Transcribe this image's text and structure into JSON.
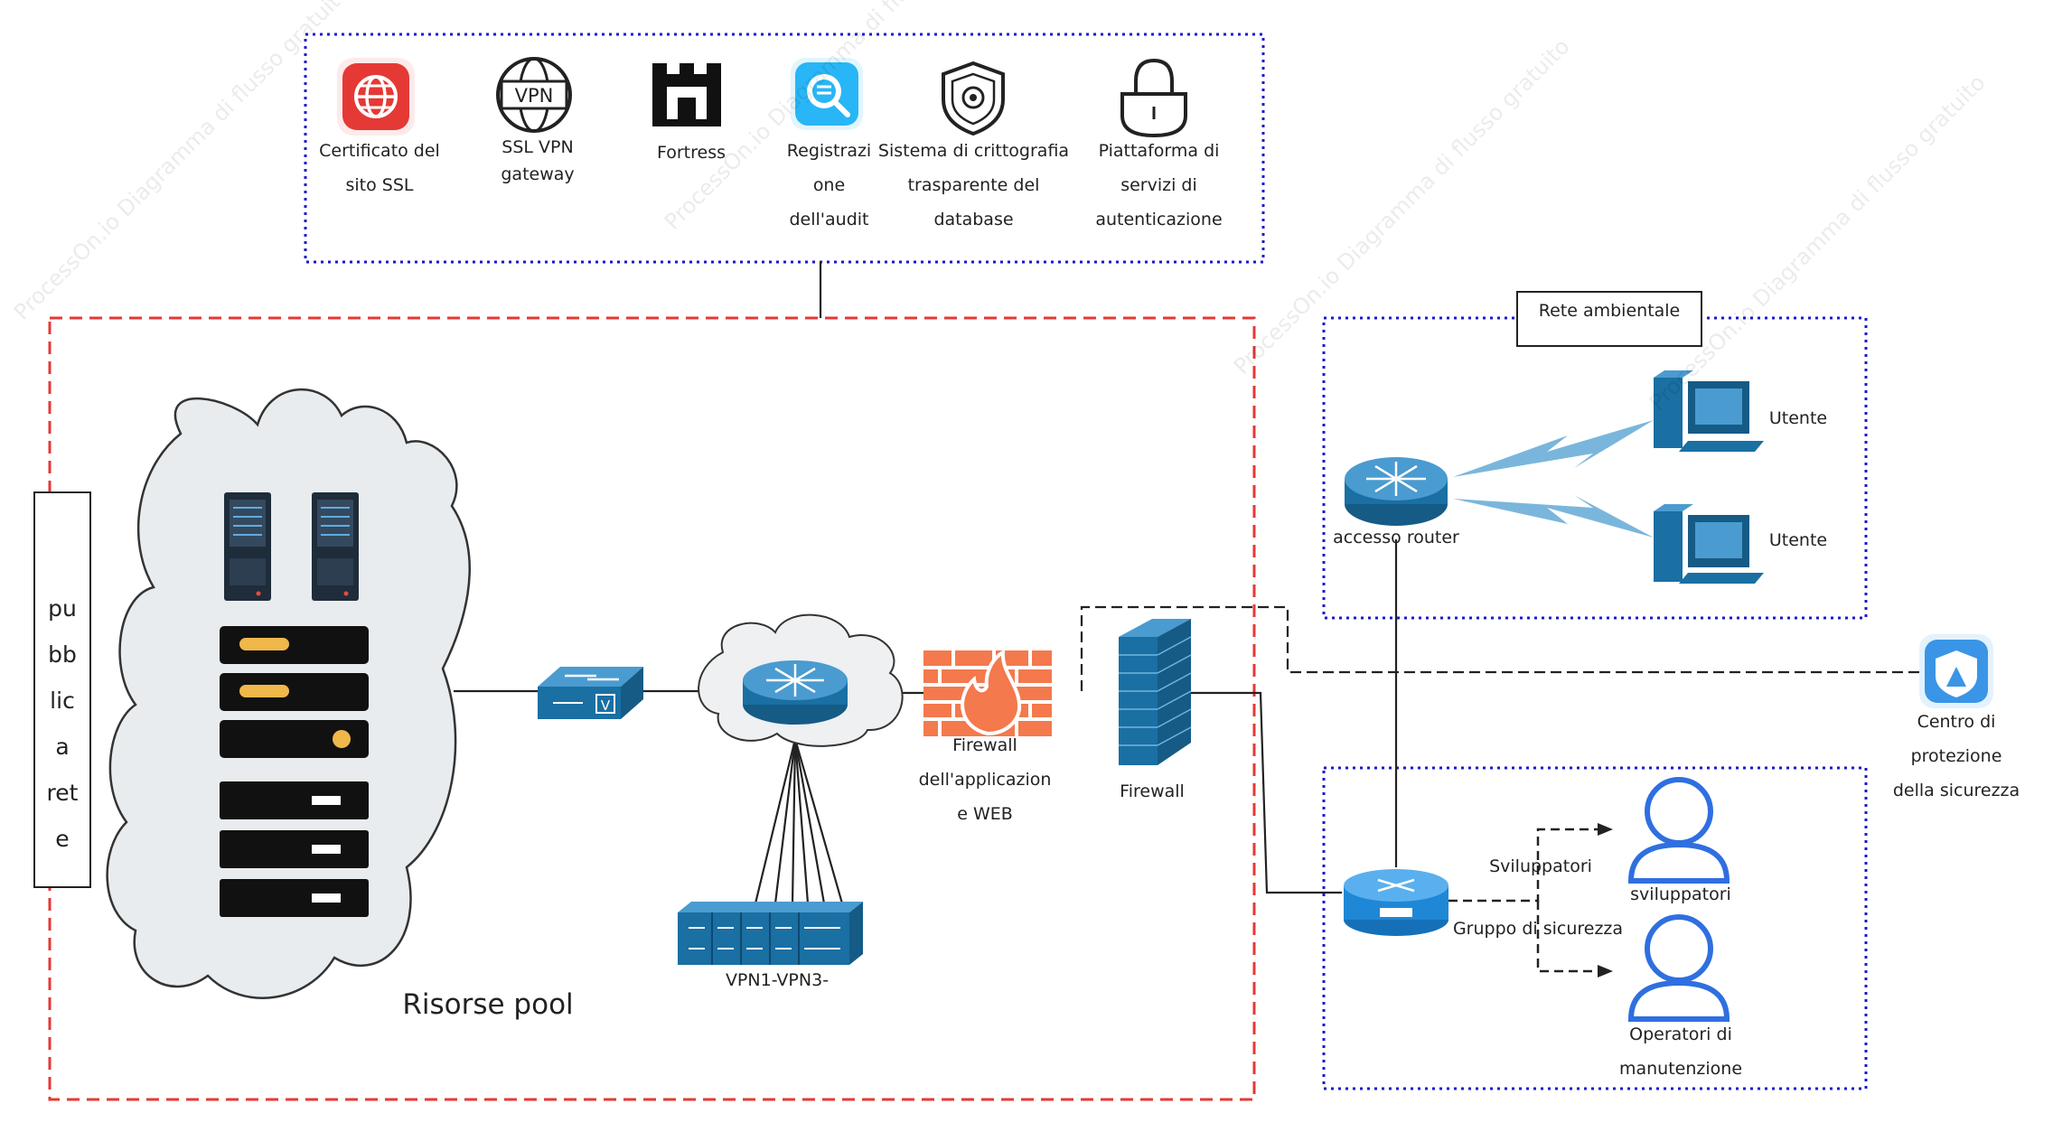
{
  "watermark": "ProcessOn.io Diagramma di flusso gratuito",
  "top_tools": [
    {
      "name": "ssl-cert",
      "label": "Certificato del\nsito SSL",
      "icon": "globe-shield-icon",
      "color": "#e53935"
    },
    {
      "name": "ssl-vpn",
      "label": "SSL VPN\ngateway",
      "icon": "vpn-globe-icon",
      "badge": "VPN"
    },
    {
      "name": "fortress",
      "label": "Fortress",
      "icon": "castle-icon"
    },
    {
      "name": "audit",
      "label": "Registrazi\none\ndell'audit",
      "icon": "audit-search-icon",
      "color": "#29b6f6"
    },
    {
      "name": "db-encrypt",
      "label": "Sistema di crittografia\ntrasparente del\ndatabase",
      "icon": "shield-lock-icon"
    },
    {
      "name": "auth-platform",
      "label": "Piattaforma di\nservizi di\nautenticazione",
      "icon": "padlock-icon"
    }
  ],
  "public_net": {
    "label": "pu\nbb\nlic\na\nret\ne"
  },
  "pool": {
    "label": "Risorse pool"
  },
  "vpn_switch": {
    "badge": "V"
  },
  "vpn_group": {
    "label": "VPN1-VPN3-"
  },
  "waf": {
    "label": "Firewall\ndell'applicazion\ne WEB"
  },
  "firewall": {
    "label": "Firewall"
  },
  "env_network": {
    "title": "Rete ambientale"
  },
  "access_router": {
    "label": "accesso router"
  },
  "users": [
    {
      "label": "Utente"
    },
    {
      "label": "Utente"
    }
  ],
  "security_center": {
    "label": "Centro di\nprotezione\ndella sicurezza"
  },
  "devs": {
    "edge_label": "Sviluppatori",
    "label": "sviluppatori"
  },
  "ops": {
    "edge_label": "Gruppo di sicurezza",
    "label": "Operatori di\nmanutenzione"
  },
  "colors": {
    "red_dash": "#e53935",
    "blue_dot": "#1a1acc",
    "cisco_blue": "#1a6fa3",
    "firewall_orange": "#f4794d",
    "person_blue": "#2f6fe0"
  }
}
